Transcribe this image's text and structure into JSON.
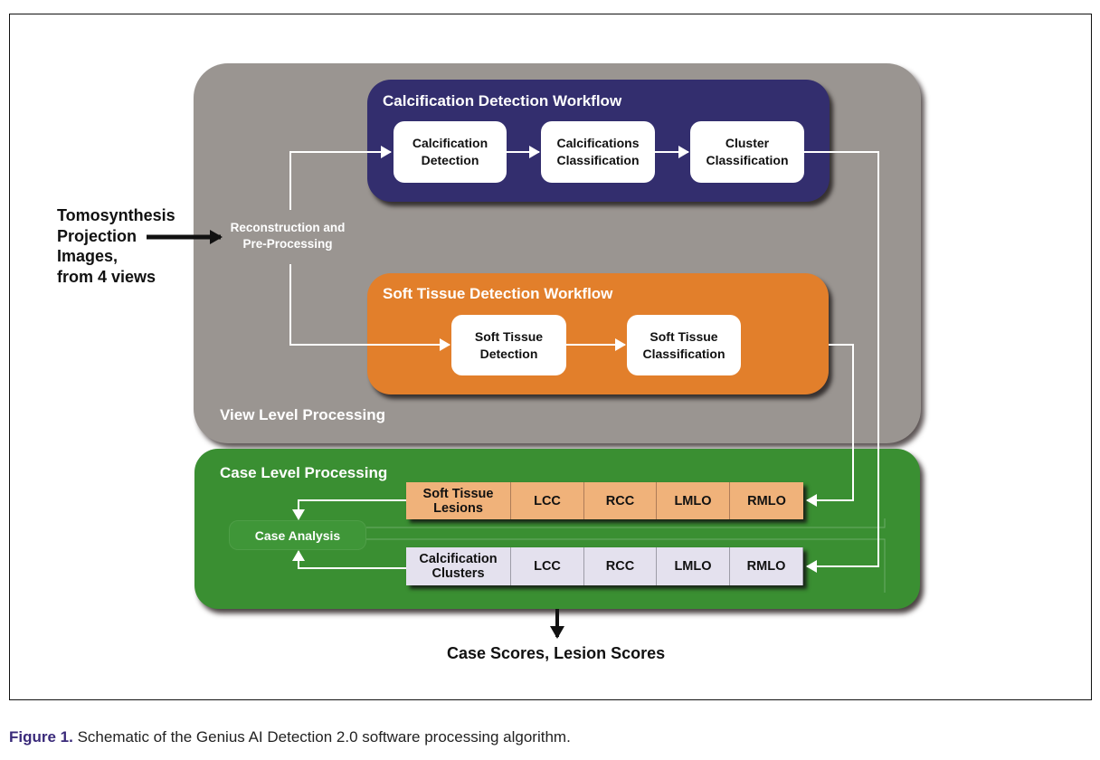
{
  "input": {
    "label": "Tomosynthesis\nProjection\nImages,\nfrom 4 views"
  },
  "preprocessing": {
    "label": "Reconstruction and\nPre-Processing"
  },
  "calcification_workflow": {
    "title": "Calcification Detection Workflow",
    "color": "#332e6e",
    "steps": [
      {
        "label": "Calcification\nDetection"
      },
      {
        "label": "Calcifications\nClassification"
      },
      {
        "label": "Cluster\nClassification"
      }
    ]
  },
  "soft_tissue_workflow": {
    "title": "Soft Tissue Detection Workflow",
    "color": "#e27f2b",
    "steps": [
      {
        "label": "Soft Tissue\nDetection"
      },
      {
        "label": "Soft Tissue\nClassification"
      }
    ]
  },
  "view_level": {
    "title": "View Level Processing",
    "color": "#9a9591"
  },
  "case_level": {
    "title": "Case Level Processing",
    "color": "#3a8f32",
    "case_analysis": "Case Analysis",
    "soft_tissue_row": {
      "header": "Soft Tissue\nLesions",
      "views": [
        "LCC",
        "RCC",
        "LMLO",
        "RMLO"
      ]
    },
    "calcification_row": {
      "header": "Calcification\nClusters",
      "views": [
        "LCC",
        "RCC",
        "LMLO",
        "RMLO"
      ]
    }
  },
  "output": {
    "label": "Case Scores, Lesion Scores"
  },
  "caption": {
    "figure_label": "Figure 1.",
    "text": " Schematic of the Genius AI Detection 2.0 software processing algorithm."
  }
}
